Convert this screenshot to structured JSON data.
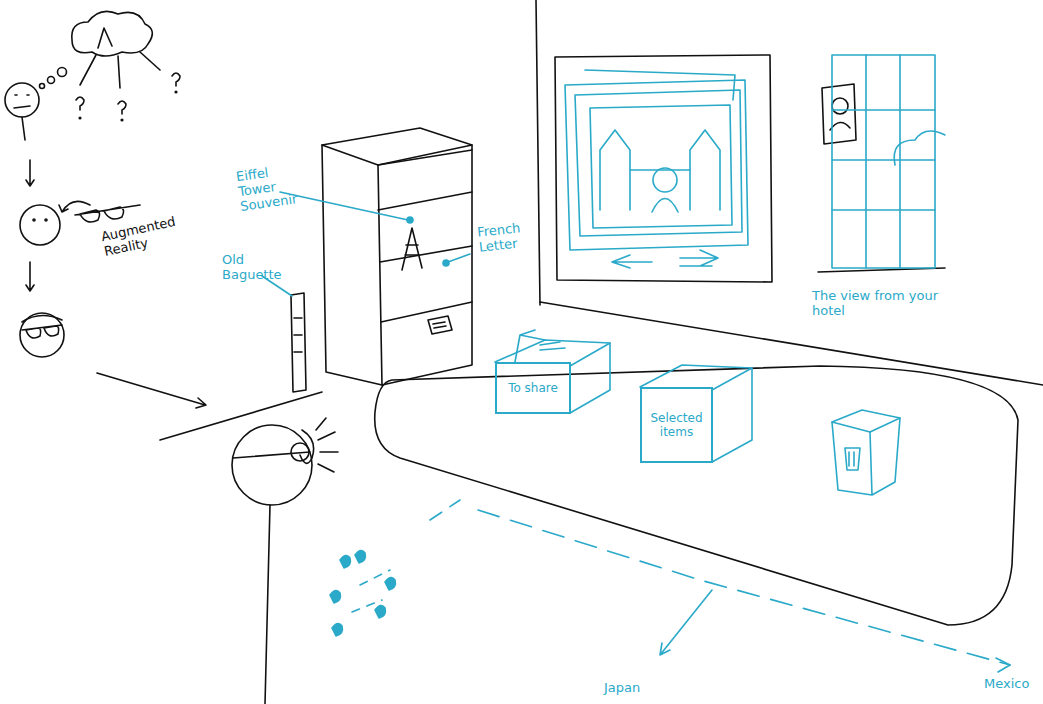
{
  "diagram": {
    "nodes": [
      {
        "text": [
          "To share"
        ]
      },
      {
        "text": [
          "Selected items"
        ]
      }
    ],
    "labels": [
      "Augmented Reality",
      "Eiffel Tower Souvenir",
      "Old Baguette",
      "French Letter",
      "The view from your hotel",
      "Japan",
      "Mexico"
    ]
  }
}
